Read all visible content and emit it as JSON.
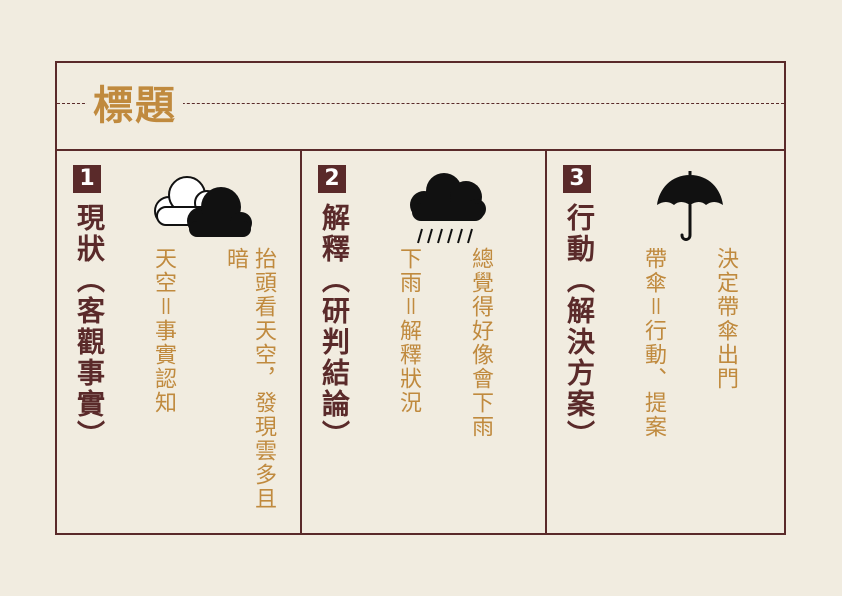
{
  "title": "標題",
  "columns": [
    {
      "number": "1",
      "heading": "現狀（客觀事實）",
      "sub1": "天空＝事實認知",
      "sub2": "抬頭看天空，發現雲多且暗",
      "icon": "cloud-icon"
    },
    {
      "number": "2",
      "heading": "解釋（研判結論）",
      "sub1": "下雨＝解釋狀況",
      "sub2": "總覺得好像會下雨",
      "icon": "rain-cloud-icon"
    },
    {
      "number": "3",
      "heading": "行動（解決方案）",
      "sub1": "帶傘＝行動、提案",
      "sub2": "決定帶傘出門",
      "icon": "umbrella-icon"
    }
  ],
  "colors": {
    "accent": "#c08a3e",
    "dark": "#5a2a2a",
    "background": "#f1ece0"
  }
}
